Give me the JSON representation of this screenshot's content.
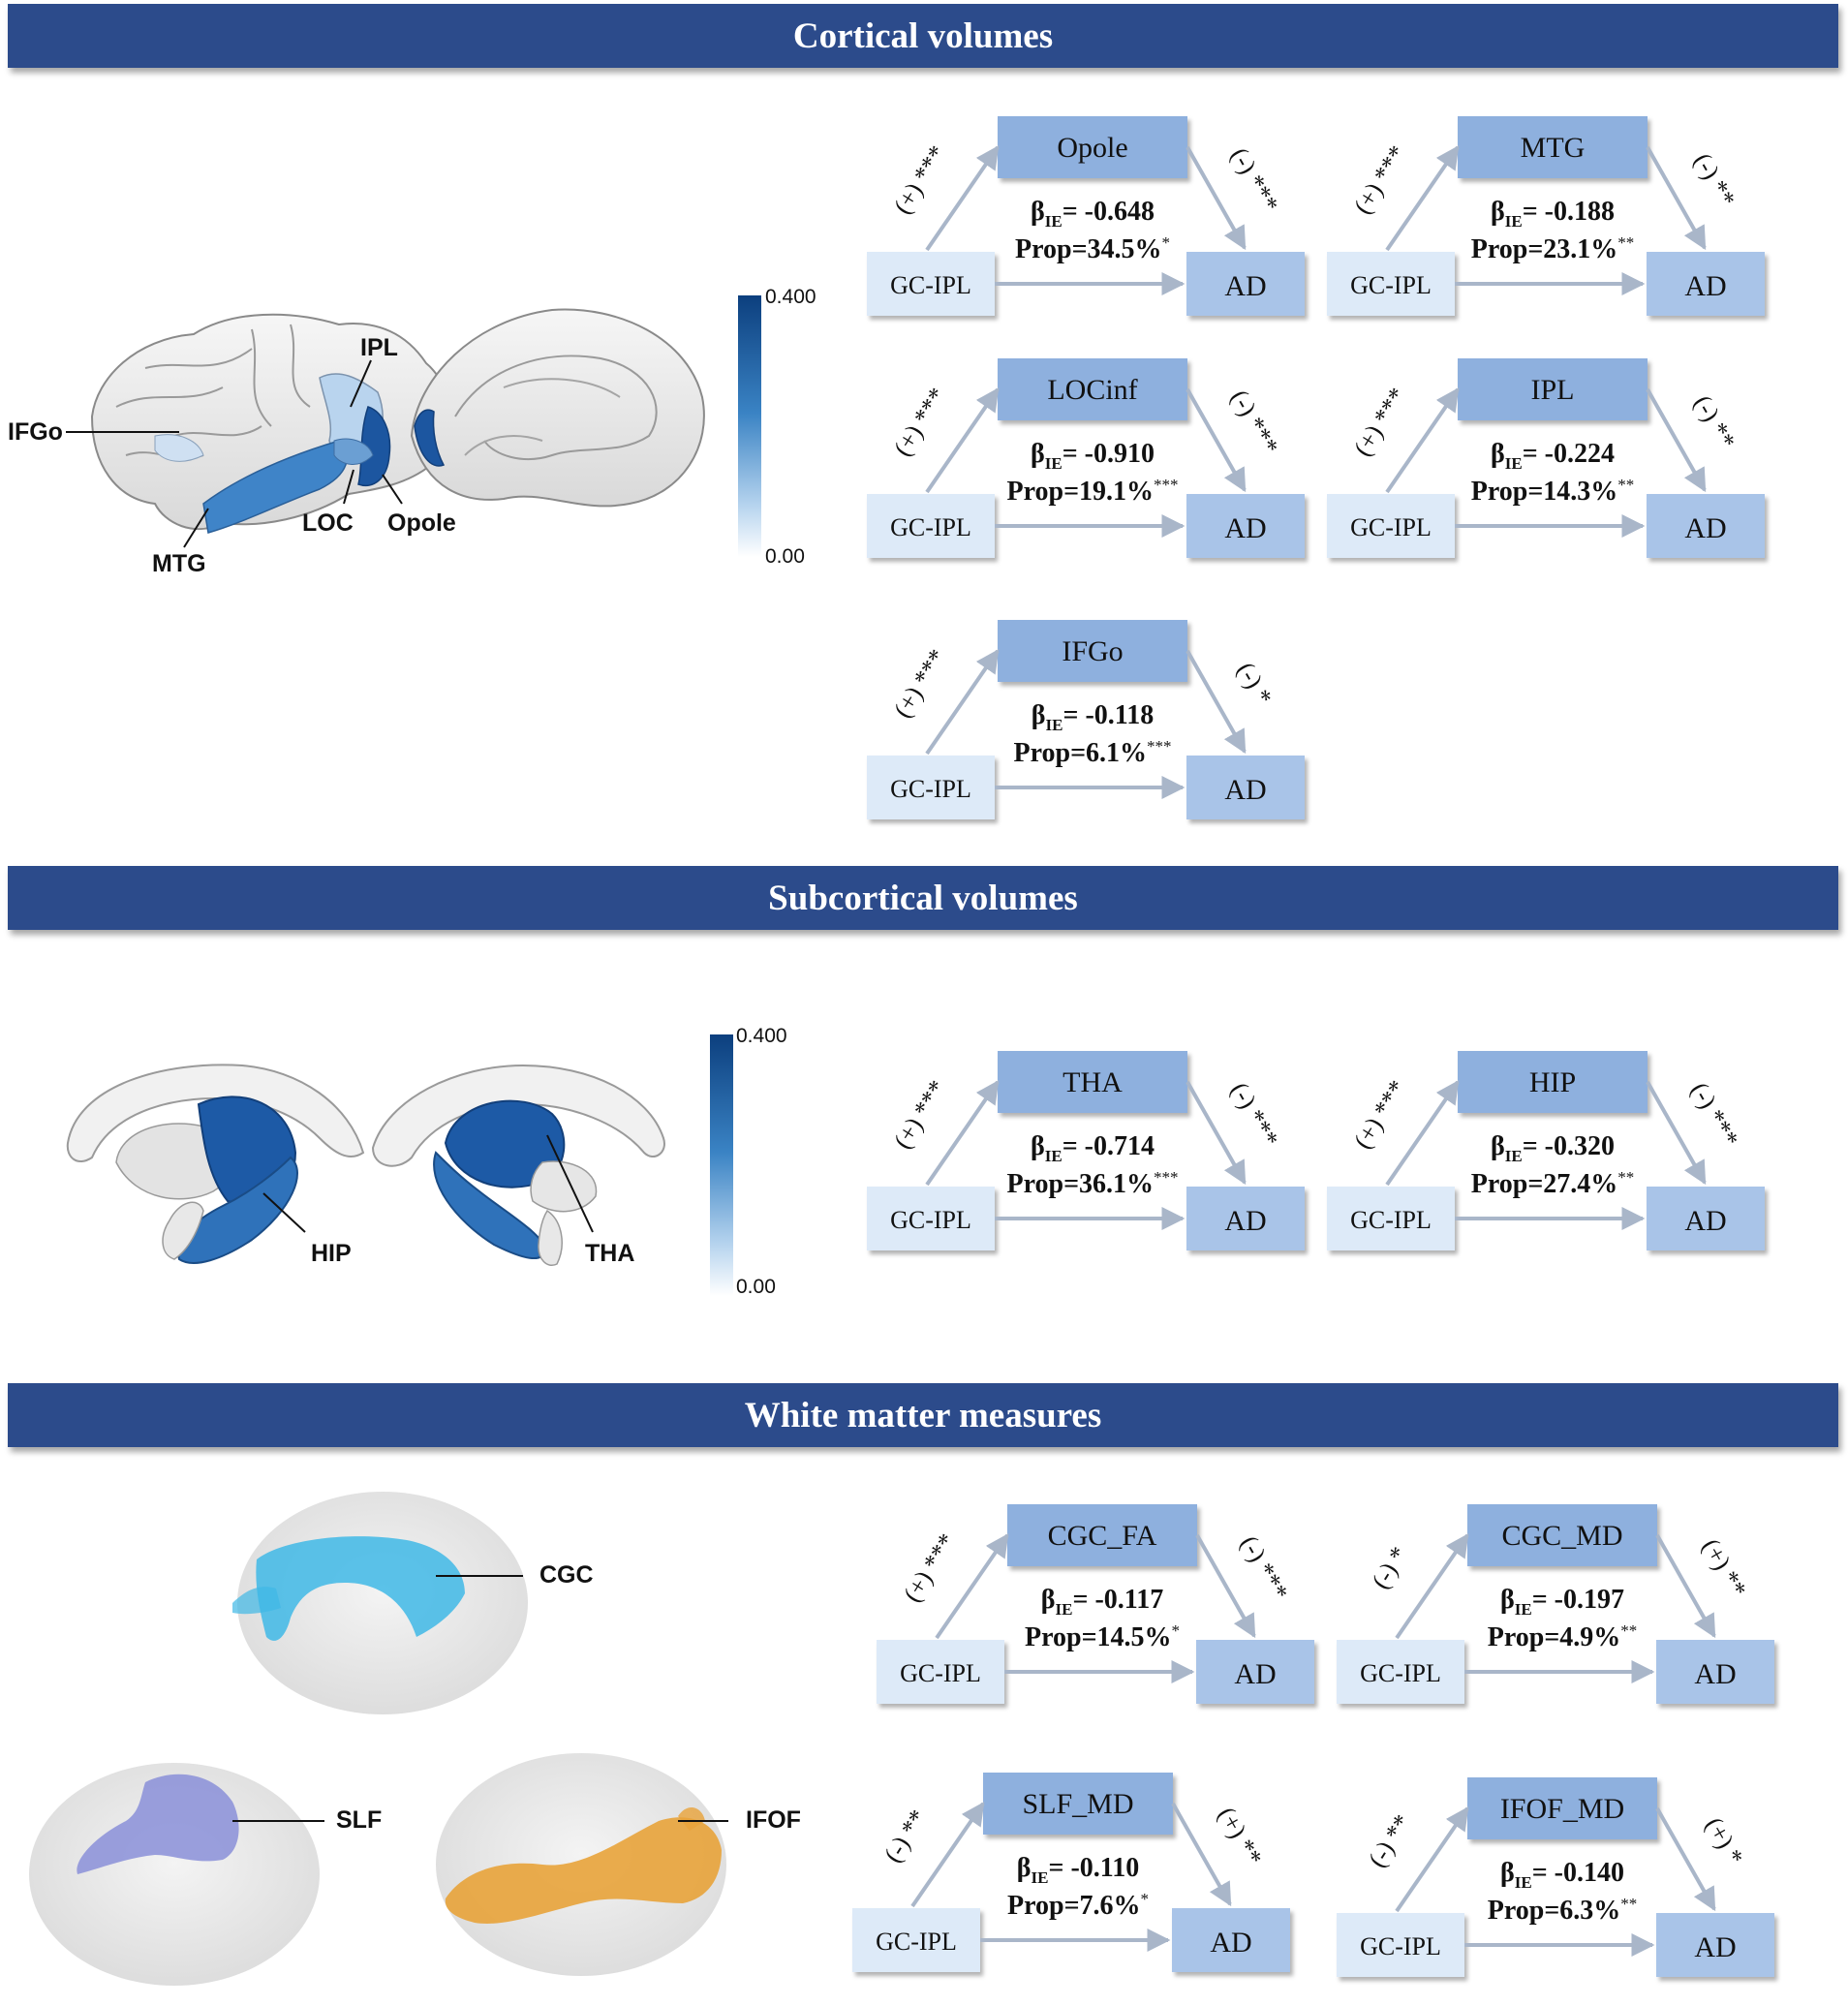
{
  "sections": {
    "cortical": "Cortical volumes",
    "subcortical": "Subcortical volumes",
    "white_matter": "White matter measures"
  },
  "brain_labels": {
    "ifgo": "IFGo",
    "ipl": "IPL",
    "loc": "LOC",
    "opole": "Opole",
    "mtg": "MTG",
    "hip": "HIP",
    "tha": "THA",
    "cgc": "CGC",
    "slf": "SLF",
    "ifof": "IFOF"
  },
  "colorbar": {
    "max": "0.400",
    "min": "0.00"
  },
  "colors": {
    "banner": "#2c4b8b",
    "mediator_box": "#8eb0de",
    "end_box": "#a9c4e8",
    "start_box": "#ddeaf8",
    "arrow": "#a9b6c9",
    "tract_cgc": "#3fb8e6",
    "tract_slf": "#8a8fd8",
    "tract_ifof": "#e8a33a"
  },
  "mediation_models": [
    {
      "id": "opole",
      "x": "GC-IPL",
      "m": "Opole",
      "y": "AD",
      "a_sign": "(+)",
      "a_sig": "***",
      "b_sign": "(-)",
      "b_sig": "***",
      "beta_sym": "β",
      "beta_sub": "IE",
      "beta": "= -0.648",
      "prop": "Prop=34.5%",
      "prop_sig": "*"
    },
    {
      "id": "mtg",
      "x": "GC-IPL",
      "m": "MTG",
      "y": "AD",
      "a_sign": "(+)",
      "a_sig": "***",
      "b_sign": "(-)",
      "b_sig": "**",
      "beta_sym": "β",
      "beta_sub": "IE",
      "beta": "= -0.188",
      "prop": "Prop=23.1%",
      "prop_sig": "**"
    },
    {
      "id": "locinf",
      "x": "GC-IPL",
      "m": "LOCinf",
      "y": "AD",
      "a_sign": "(+)",
      "a_sig": "***",
      "b_sign": "(-)",
      "b_sig": "***",
      "beta_sym": "β",
      "beta_sub": "IE",
      "beta": "= -0.910",
      "prop": "Prop=19.1%",
      "prop_sig": "***"
    },
    {
      "id": "ipl",
      "x": "GC-IPL",
      "m": "IPL",
      "y": "AD",
      "a_sign": "(+)",
      "a_sig": "***",
      "b_sign": "(-)",
      "b_sig": "**",
      "beta_sym": "β",
      "beta_sub": "IE",
      "beta": "= -0.224",
      "prop": "Prop=14.3%",
      "prop_sig": "**"
    },
    {
      "id": "ifgo",
      "x": "GC-IPL",
      "m": "IFGo",
      "y": "AD",
      "a_sign": "(+)",
      "a_sig": "***",
      "b_sign": "(-)",
      "b_sig": "*",
      "beta_sym": "β",
      "beta_sub": "IE",
      "beta": "= -0.118",
      "prop": "Prop=6.1%",
      "prop_sig": "***"
    },
    {
      "id": "tha",
      "x": "GC-IPL",
      "m": "THA",
      "y": "AD",
      "a_sign": "(+)",
      "a_sig": "***",
      "b_sign": "(-)",
      "b_sig": "***",
      "beta_sym": "β",
      "beta_sub": "IE",
      "beta": "= -0.714",
      "prop": "Prop=36.1%",
      "prop_sig": "***"
    },
    {
      "id": "hip",
      "x": "GC-IPL",
      "m": "HIP",
      "y": "AD",
      "a_sign": "(+)",
      "a_sig": "***",
      "b_sign": "(-)",
      "b_sig": "***",
      "beta_sym": "β",
      "beta_sub": "IE",
      "beta": "= -0.320",
      "prop": "Prop=27.4%",
      "prop_sig": "**"
    },
    {
      "id": "cgcfa",
      "x": "GC-IPL",
      "m": "CGC_FA",
      "y": "AD",
      "a_sign": "(+)",
      "a_sig": "***",
      "b_sign": "(-)",
      "b_sig": "***",
      "beta_sym": "β",
      "beta_sub": "IE",
      "beta": "= -0.117",
      "prop": "Prop=14.5%",
      "prop_sig": "*"
    },
    {
      "id": "cgcmd",
      "x": "GC-IPL",
      "m": "CGC_MD",
      "y": "AD",
      "a_sign": "(-)",
      "a_sig": "*",
      "b_sign": "(+)",
      "b_sig": "**",
      "beta_sym": "β",
      "beta_sub": "IE",
      "beta": "= -0.197",
      "prop": "Prop=4.9%",
      "prop_sig": "**"
    },
    {
      "id": "slfmd",
      "x": "GC-IPL",
      "m": "SLF_MD",
      "y": "AD",
      "a_sign": "(-)",
      "a_sig": "**",
      "b_sign": "(+)",
      "b_sig": "**",
      "beta_sym": "β",
      "beta_sub": "IE",
      "beta": "= -0.110",
      "prop": "Prop=7.6%",
      "prop_sig": "*"
    },
    {
      "id": "ifofmd",
      "x": "GC-IPL",
      "m": "IFOF_MD",
      "y": "AD",
      "a_sign": "(-)",
      "a_sig": "**",
      "b_sign": "(+)",
      "b_sig": "*",
      "beta_sym": "β",
      "beta_sub": "IE",
      "beta": "= -0.140",
      "prop": "Prop=6.3%",
      "prop_sig": "**"
    }
  ]
}
